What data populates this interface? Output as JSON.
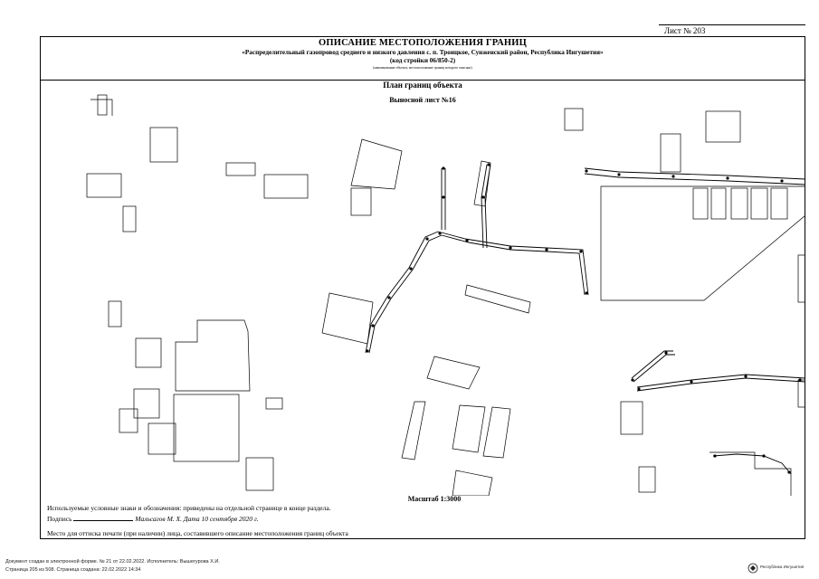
{
  "header": {
    "sheet_number": "Лист № 203",
    "title": "ОПИСАНИЕ МЕСТОПОЛОЖЕНИЯ ГРАНИЦ",
    "subtitle": "«Распределительный газопровод среднего и низкого давления с. п. Троицкое, Сунженский район, Республика Ингушетия»",
    "code": "(код стройки 06/850-2)",
    "note": "(наименование объекта, местоположение границ которого описано)"
  },
  "plan": {
    "title": "План границ объекта",
    "sheet": "Выносной лист №16",
    "scale": "Масштаб 1:3000"
  },
  "bottom": {
    "legend": "Используемые условные знаки и обозначения: приведены на отдельной странице в конце раздела.",
    "signature_prefix": "Подпись",
    "signature_name": "Мальсагов М. Х. Дата  10 сентября 2020 г.",
    "stamp_note": "Место для оттиска печати (при наличии) лица, составившего описание местоположения границ объекта"
  },
  "footer": {
    "line1": "Документ создан в электронной форме. № 21 от 22.02.2022. Исполнитель: Вышегурова Х.И.",
    "line2": "Страница 205 из 508. Страница создана: 22.02.2022 14:34",
    "logo_text": "Республика Ингушетия"
  },
  "map": {
    "icons": [
      "land-parcel",
      "building-outline",
      "pipeline-route",
      "boundary-point"
    ]
  }
}
